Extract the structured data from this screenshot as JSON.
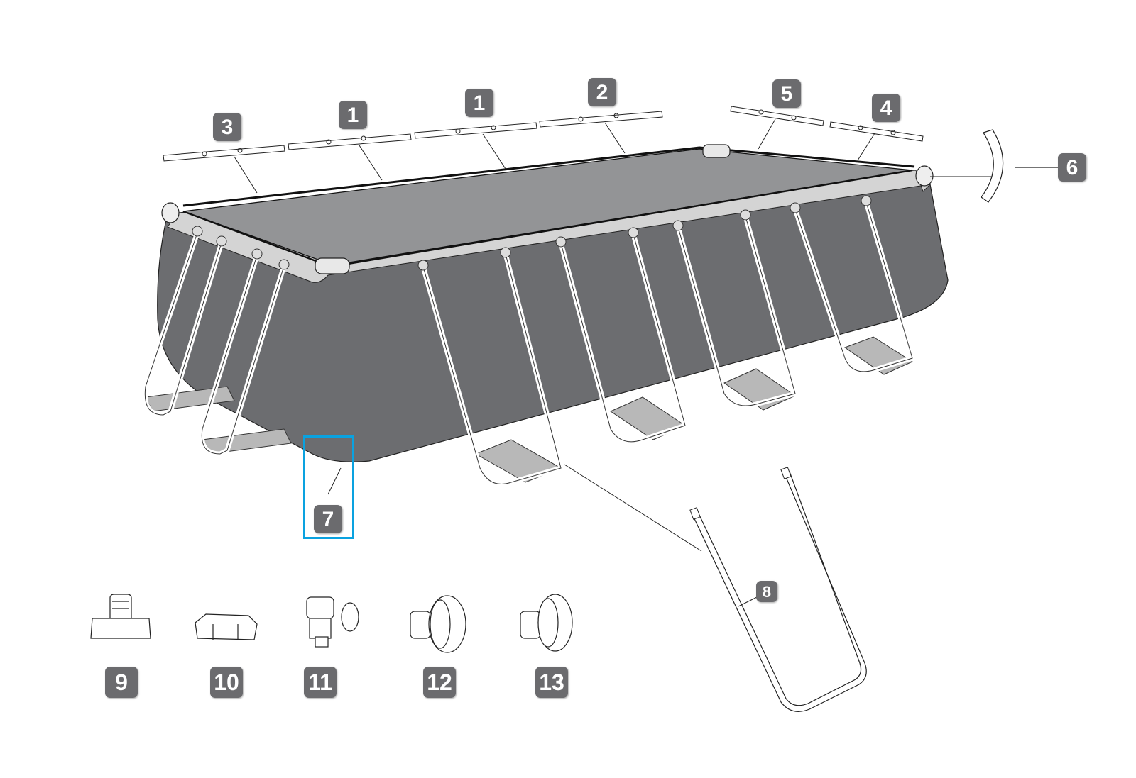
{
  "diagram": {
    "title": "Rectangular frame pool parts diagram",
    "colors": {
      "badge_bg": "#6b6b6e",
      "badge_text": "#ffffff",
      "pool_wall": "#6c6d70",
      "pool_liner_top": "#939496",
      "pool_rim": "#d4d4d4",
      "ground_strap": "#b8b8b8",
      "highlight": "#0aa2e0"
    },
    "labels": [
      {
        "id": "rail-3",
        "text": "3",
        "part": "top rail (end)"
      },
      {
        "id": "rail-1a",
        "text": "1",
        "part": "top rail"
      },
      {
        "id": "rail-1b",
        "text": "1",
        "part": "top rail"
      },
      {
        "id": "rail-2",
        "text": "2",
        "part": "top rail"
      },
      {
        "id": "rail-5",
        "text": "5",
        "part": "short-side top rail"
      },
      {
        "id": "rail-4",
        "text": "4",
        "part": "short-side top rail"
      },
      {
        "id": "corner-6",
        "text": "6",
        "part": "corner joint"
      },
      {
        "id": "liner-7",
        "text": "7",
        "part": "pool liner",
        "highlighted": true
      },
      {
        "id": "leg-8",
        "text": "8",
        "part": "U-shaped leg"
      }
    ],
    "accessories": [
      {
        "id": "part-9",
        "text": "9",
        "part": "hose adapter"
      },
      {
        "id": "part-10",
        "text": "10",
        "part": "drain cap"
      },
      {
        "id": "part-11",
        "text": "11",
        "part": "plunger valve"
      },
      {
        "id": "part-12",
        "text": "12",
        "part": "strainer connector"
      },
      {
        "id": "part-13",
        "text": "13",
        "part": "inlet/outlet connector"
      }
    ]
  }
}
